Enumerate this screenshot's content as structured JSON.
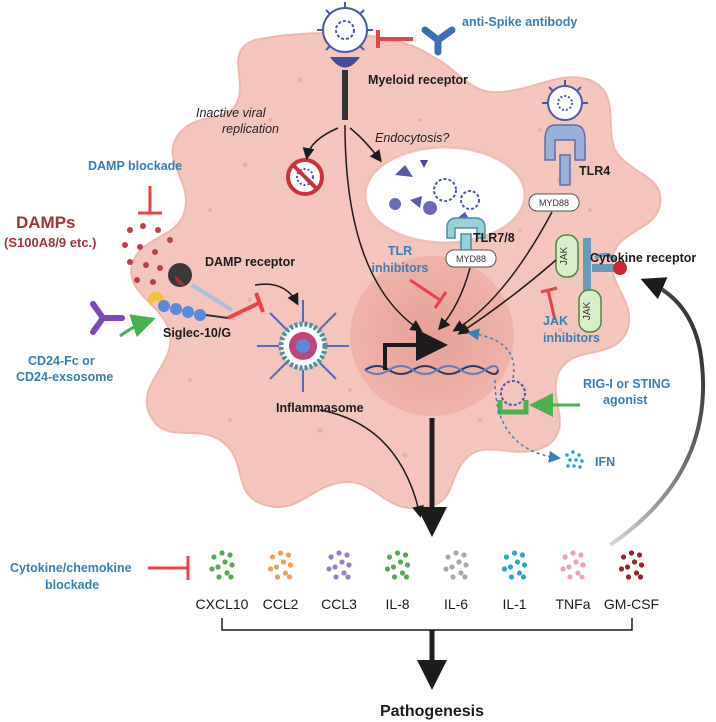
{
  "labels": {
    "anti_spike": "anti-Spike antibody",
    "myeloid_receptor": "Myeloid receptor",
    "inactive_line1": "Inactive viral",
    "inactive_line2": "replication",
    "endocytosis": "Endocytosis?",
    "tlr4": "TLR4",
    "myd88": "MYD88",
    "damp_blockade": "DAMP blockade",
    "damps_line1": "DAMPs",
    "damps_line2": "(S100A8/9 etc.)",
    "damp_receptor": "DAMP receptor",
    "tlr78": "TLR7/8",
    "tlr_inhib_line1": "TLR",
    "tlr_inhib_line2": "inhibitors",
    "cytokine_receptor": "Cytokine receptor",
    "jak": "JAK",
    "jak_inhib_line1": "JAK",
    "jak_inhib_line2": "inhibitors",
    "siglec": "Siglec-10/G",
    "cd24_line1": "CD24-Fc or",
    "cd24_line2": "CD24-exsosome",
    "inflammasome": "Inflammasome",
    "rig_line1": "RIG-I or STING",
    "rig_line2": "agonist",
    "ifn": "IFN",
    "cyto_block_line1": "Cytokine/chemokine",
    "cyto_block_line2": "blockade",
    "pathogenesis": "Pathogenesis"
  },
  "cytokines": [
    {
      "name": "CXCL10",
      "color": "#5aa95a"
    },
    {
      "name": "CCL2",
      "color": "#f0a05a"
    },
    {
      "name": "CCL3",
      "color": "#9a7ec8"
    },
    {
      "name": "IL-8",
      "color": "#5aa95a"
    },
    {
      "name": "IL-6",
      "color": "#a8a8a8"
    },
    {
      "name": "IL-1",
      "color": "#2aa6c8"
    },
    {
      "name": "TNFa",
      "color": "#f0a0b8"
    },
    {
      "name": "GM-CSF",
      "color": "#8c2a2a"
    }
  ],
  "colors": {
    "cell": "#f4c5bd",
    "nucleus": "#e9a79d",
    "blue_label": "#3a7fb5",
    "red_inhibit": "#e8424a",
    "green_activate": "#4caf50",
    "damp_red": "#a8323a"
  }
}
